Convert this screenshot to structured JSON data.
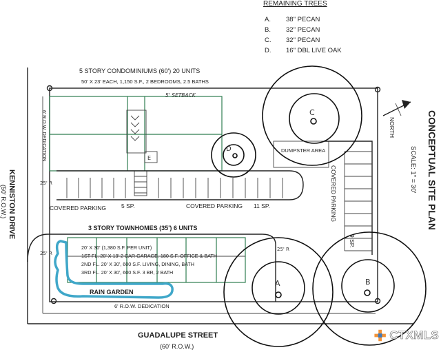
{
  "legend": {
    "title": "REMAINING TREES",
    "items": [
      {
        "key": "A.",
        "label": "38\" PECAN"
      },
      {
        "key": "B.",
        "label": "32\" PECAN"
      },
      {
        "key": "C.",
        "label": "32\" PECAN"
      },
      {
        "key": "D.",
        "label": "16\" DBL LIVE OAK"
      }
    ]
  },
  "title": {
    "main": "CONCEPTUAL SITE PLAN",
    "scale": "SCALE: 1\" = 30'"
  },
  "north_label": "NORTH",
  "condos": {
    "title": "5 STORY CONDOMINIUMS (60') 20 UNITS",
    "detail": "50' X 23' EACH, 1,150 S.F., 2 BEDROOMS, 2.5 BATHS",
    "setback": "5' SETBACK",
    "elevator": "E"
  },
  "row_dedication_left": "6' R.O.W. DEDICATION",
  "row_dedication_bottom": "6' R.O.W. DEDICATION",
  "radius_labels": [
    "25' R",
    "25' R",
    "25' R"
  ],
  "dumpster": "DUMPSTER AREA",
  "parking": {
    "left": "COVERED PARKING",
    "left_count": "5 SP.",
    "middle": "COVERED PARKING",
    "middle_count": "11 SP.",
    "right": "COVERED PARKING",
    "right_count": "9 SP."
  },
  "townhomes": {
    "title": "3 STORY TOWNHOMES (35') 6 UNITS",
    "lines": [
      "20' X 30' (1,380 S.F. PER UNIT)",
      "1ST FL. 20' X 19' 2 CAR GARAGE, 180 S.F. OFFICE & BATH",
      "2ND FL. 20' X 30', 600 S.F. LIVING, DINING, BATH",
      "3RD FL. 20' X 30', 600 S.F. 3 BR, 2 BATH"
    ]
  },
  "rain_garden": "RAIN GARDEN",
  "streets": {
    "west": "KENNISTON DRIVE",
    "west_row": "(50' R.O.W.)",
    "south": "GUADALUPE STREET",
    "south_row": "(60' R.O.W.)"
  },
  "trees": [
    {
      "id": "A",
      "letter": "A"
    },
    {
      "id": "B",
      "letter": "B"
    },
    {
      "id": "C",
      "letter": "C"
    },
    {
      "id": "D",
      "letter": "D"
    }
  ],
  "watermark": "CTXMLS"
}
